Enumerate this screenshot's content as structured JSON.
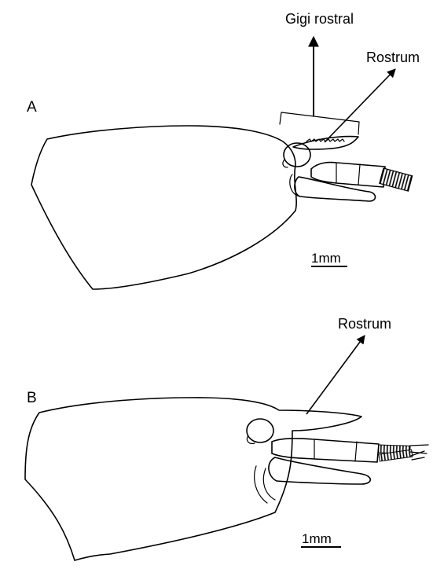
{
  "panel_a": {
    "letter": "A",
    "labels": {
      "teeth": "Gigi rostral",
      "rostrum": "Rostrum"
    },
    "scale_bar": "1mm"
  },
  "panel_b": {
    "letter": "B",
    "labels": {
      "rostrum": "Rostrum"
    },
    "scale_bar": "1mm"
  },
  "colors": {
    "ink": "#000000",
    "background": "#ffffff"
  }
}
